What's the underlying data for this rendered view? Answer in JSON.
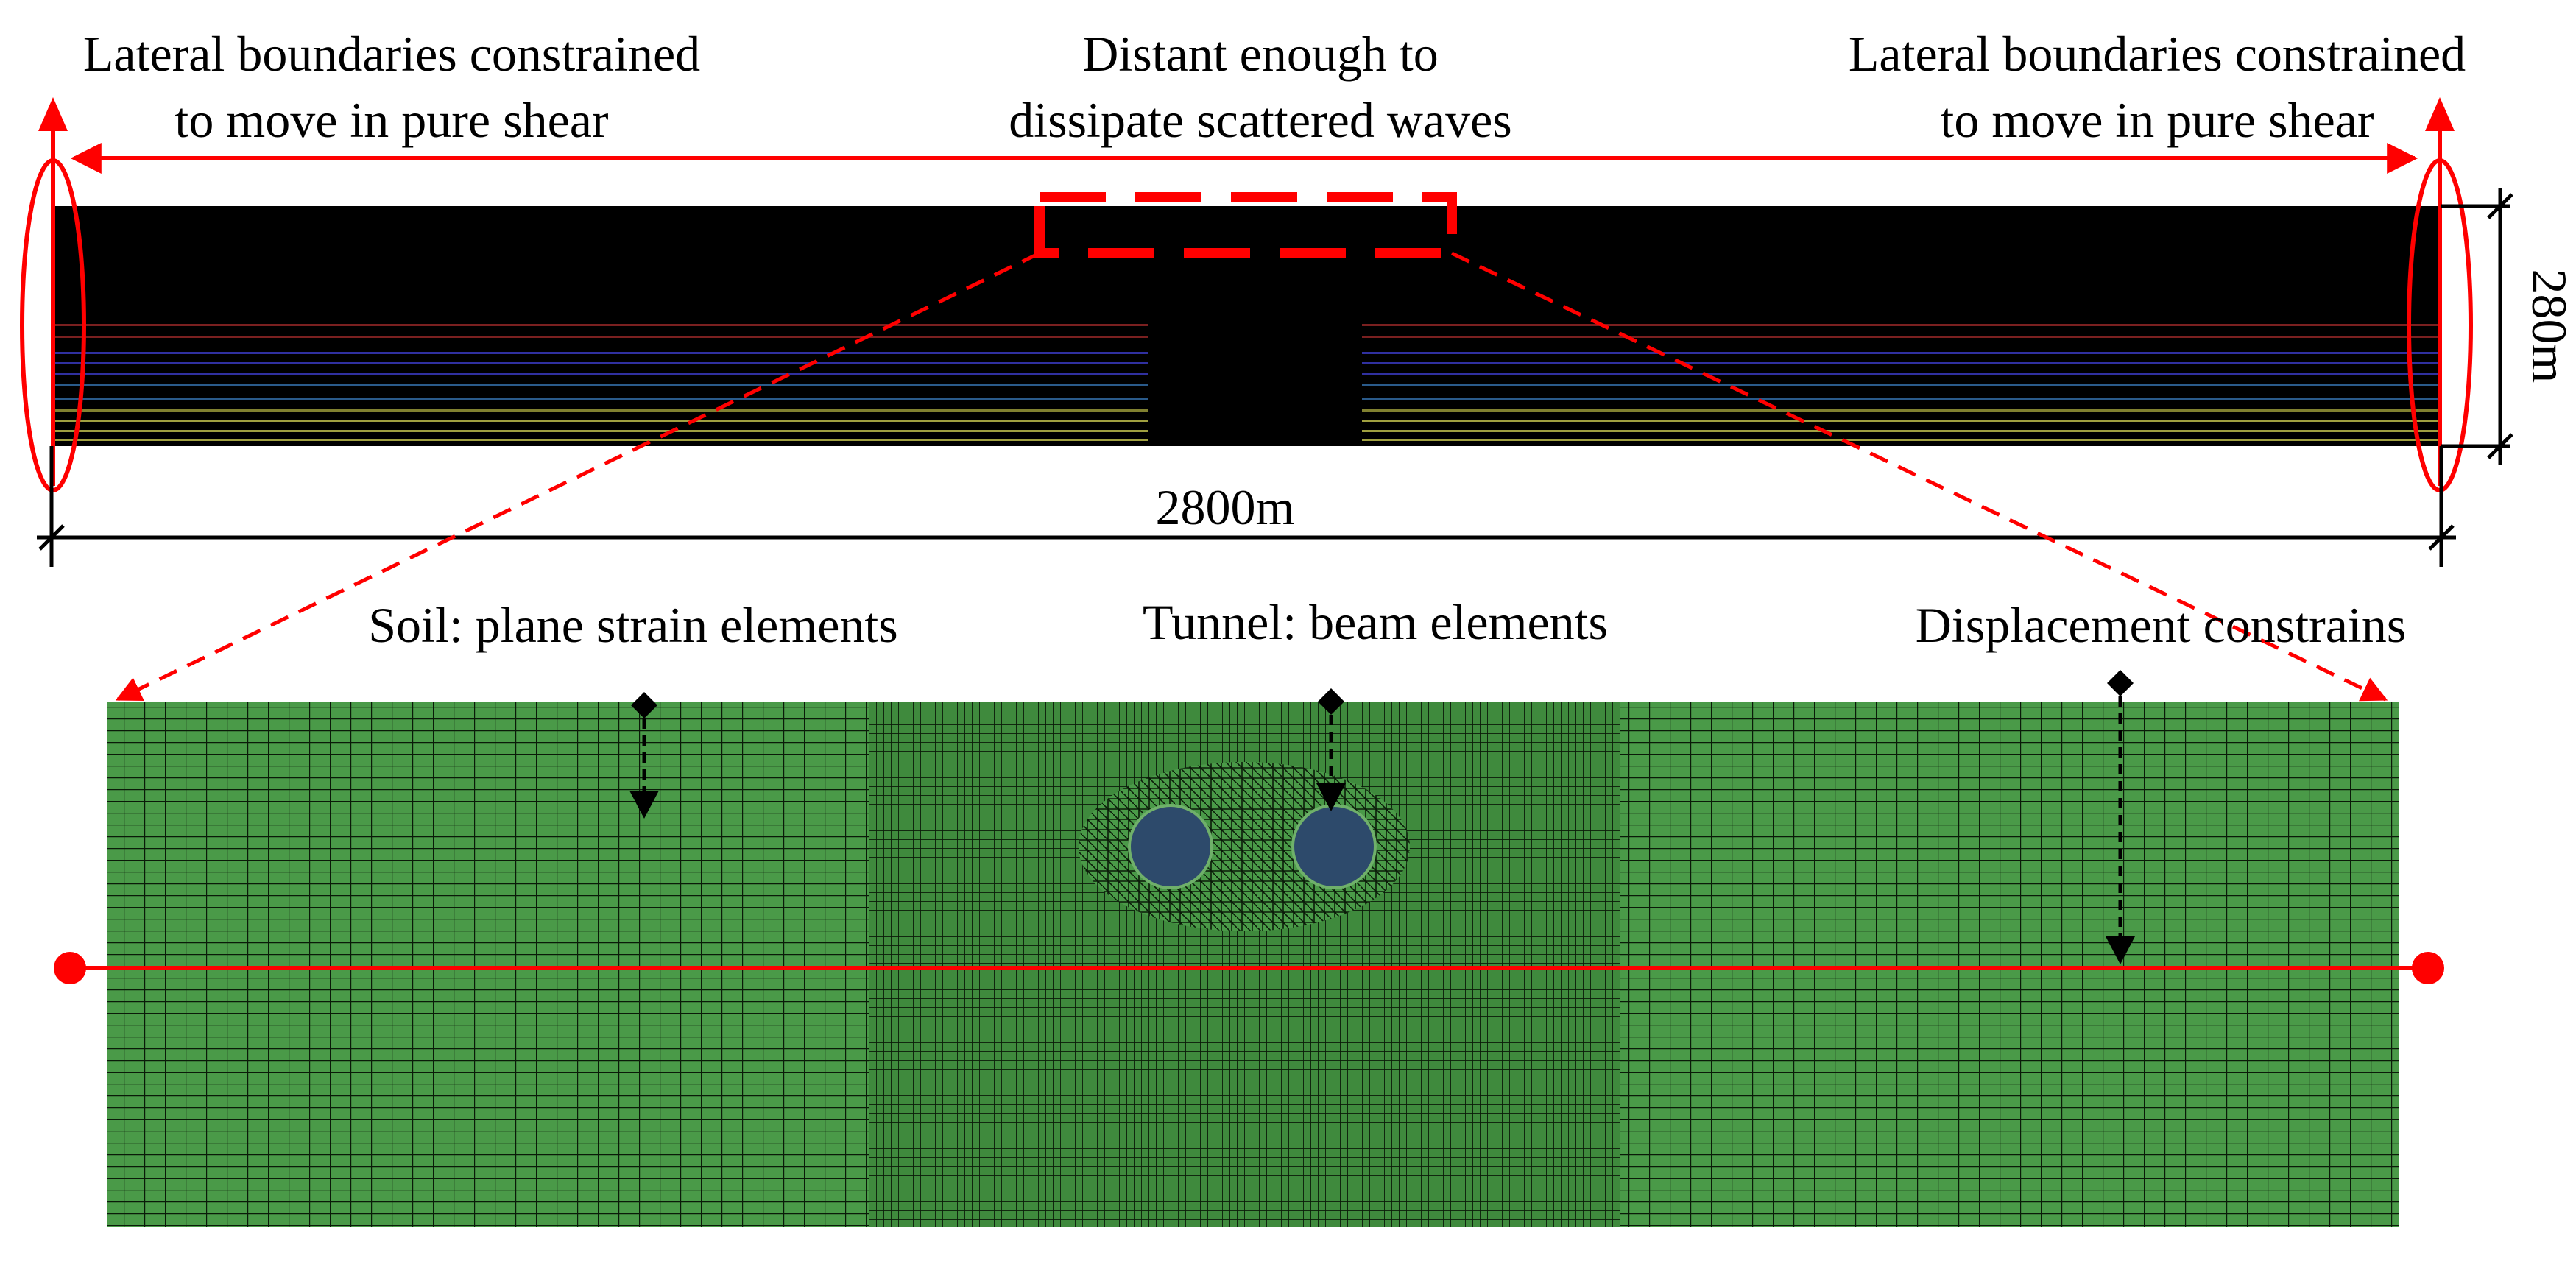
{
  "labels": {
    "lateral_left_line1": "Lateral boundaries constrained",
    "lateral_left_line2": "to move in pure shear",
    "center_line1": "Distant enough to",
    "center_line2": "dissipate scattered waves",
    "lateral_right_line1": "Lateral boundaries constrained",
    "lateral_right_line2": "to move in pure shear",
    "height_dim": "280m",
    "width_dim": "2800m",
    "soil": "Soil: plane strain elements",
    "tunnel": "Tunnel: beam elements",
    "displacement": "Displacement constrains"
  },
  "colors": {
    "annotation": "#ff0000",
    "mesh_background": "#000000",
    "soil_fill": "#4a9a48",
    "mesh_lines": "#0a1a08",
    "tunnel_fill": "#2d4a6b",
    "tunnel_ring": "#6fb06a",
    "layer_red": "#8a2020",
    "layer_blue": "#3030a0",
    "layer_yellow": "#a0a040"
  },
  "icons": {
    "up_arrow": "arrow-up-icon",
    "dimension_tick": "dimension-tick-icon",
    "diamond_marker": "diamond-marker-icon",
    "arrowhead_down": "arrowhead-down-icon",
    "pin": "circle-pin-icon"
  }
}
